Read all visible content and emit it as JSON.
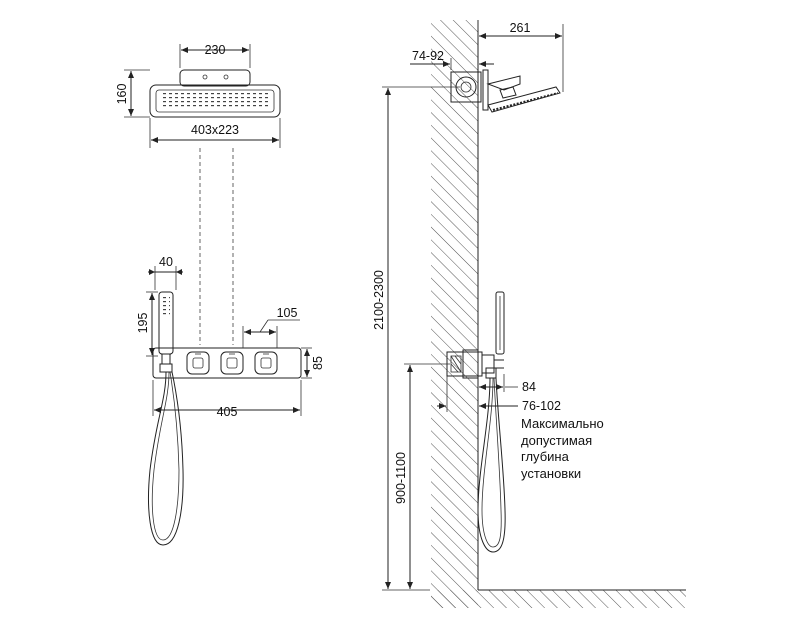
{
  "front_view": {
    "head_width": "230",
    "head_height": "160",
    "head_size": "403x223",
    "hand_width": "40",
    "hand_height": "195",
    "valve_spacing": "105",
    "panel_height": "85",
    "panel_width": "405"
  },
  "side_view": {
    "arm_length": "261",
    "wall_depth_top": "74-92",
    "mount_height": "2100-2300",
    "valve_height": "900-1100",
    "handle_depth": "84",
    "install_depth": "76-102",
    "note_lines": [
      "Максимально",
      "допустимая",
      "глубина",
      "установки"
    ]
  },
  "colors": {
    "line": "#222222",
    "hatch": "#555555"
  }
}
